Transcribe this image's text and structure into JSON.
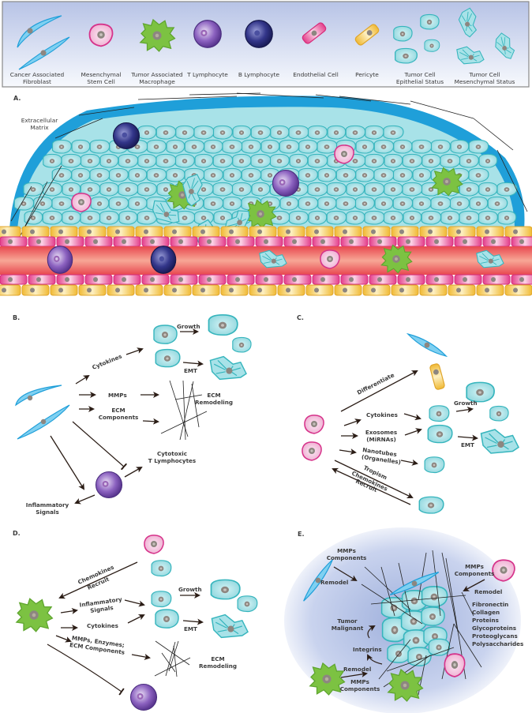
{
  "legend": {
    "items": [
      {
        "key": "caf",
        "label_lines": [
          "Cancer Associated",
          "Fibroblast"
        ]
      },
      {
        "key": "msc",
        "label_lines": [
          "Mesenchymal",
          "Stem Cell"
        ]
      },
      {
        "key": "tam",
        "label_lines": [
          "Tumor Associated",
          "Macrophage"
        ]
      },
      {
        "key": "tlym",
        "label_lines": [
          "T Lymphocyte"
        ]
      },
      {
        "key": "blym",
        "label_lines": [
          "B Lymphocyte"
        ]
      },
      {
        "key": "endo",
        "label_lines": [
          "Endothelial Cell"
        ]
      },
      {
        "key": "peri",
        "label_lines": [
          "Pericyte"
        ]
      },
      {
        "key": "tce",
        "label_lines": [
          "Tumor Cell",
          "Epithelial Status"
        ]
      },
      {
        "key": "tcm",
        "label_lines": [
          "Tumor Cell",
          "Mesenchymal Status"
        ]
      }
    ]
  },
  "panels": {
    "A": {
      "letter": "A.",
      "ecm_label_lines": [
        "Extracellular",
        "Matrix"
      ]
    },
    "B": {
      "letter": "B.",
      "cytokines": "Cytokines",
      "growth": "Growth",
      "emt": "EMT",
      "mmps": "MMPs",
      "ecm_components": [
        "ECM",
        "Components"
      ],
      "ecm_remodeling": [
        "ECM",
        "Remodeling"
      ],
      "cytotoxic": [
        "Cytotoxic",
        "T Lymphocytes"
      ],
      "inflammatory": [
        "Inflammatory",
        "Signals"
      ]
    },
    "C": {
      "letter": "C.",
      "differentiate": "Differentiate",
      "cytokines": "Cytokines",
      "growth": "Growth",
      "exosomes": [
        "Exosomes",
        "(MiRNAs)"
      ],
      "emt": "EMT",
      "nanotubes": [
        "Nanotubes",
        "(Organelles)"
      ],
      "tropism": "Tropism",
      "chemokines": "Chemokines",
      "recruit": "Recruit"
    },
    "D": {
      "letter": "D.",
      "chemokines": "Chemokines",
      "recruit": "Recruit",
      "inflammatory": [
        "Inflammatory",
        "Signals"
      ],
      "growth": "Growth",
      "cytokines": "Cytokines",
      "emt": "EMT",
      "mmps": [
        "MMPs, Enzymes;",
        "ECM Components"
      ],
      "ecm_remodeling": [
        "ECM",
        "Remodeling"
      ]
    },
    "E": {
      "letter": "E.",
      "mmps_left": [
        "MMPs",
        "Components"
      ],
      "remodel_left": "Remodel",
      "mmps_right": [
        "MMPs",
        "Components"
      ],
      "remodel_right": "Remodel",
      "ecm_list": [
        "Fibronectin",
        "Collagen",
        "Proteins",
        "Glycoproteins",
        "Proteoglycans",
        "Polysaccharides"
      ],
      "tumor_malignant": [
        "Tumor",
        "Malignant"
      ],
      "integrins": "Integrins",
      "remodel_bottom": "Remodel",
      "mmps_bottom": [
        "MMPs",
        "Components"
      ]
    }
  },
  "colors": {
    "fibroblast": "#39b1e6",
    "msc_fill": "#f4c2de",
    "msc_edge": "#d6338a",
    "macrophage": "#7cc242",
    "t_lymph": "#7b4fb0",
    "b_lymph": "#2d2f7e",
    "endothelial": "#e8418f",
    "pericyte": "#f4c545",
    "tumor_fill": "#a8e2e8",
    "tumor_edge": "#36b5bd",
    "nucleus": "#8d8680",
    "vessel": "#ec6a6a",
    "arrow": "#2b1d16"
  }
}
